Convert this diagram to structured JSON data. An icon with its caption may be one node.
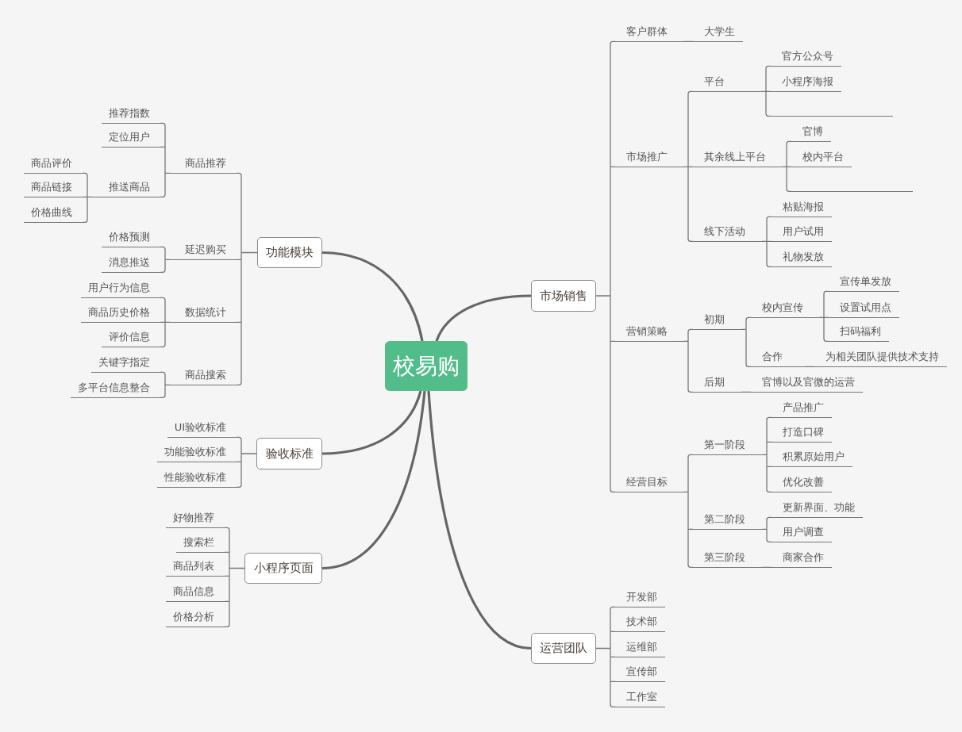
{
  "diagram": {
    "nodes": [
      {
        "text": [
          "校易购"
        ]
      },
      {
        "text": [
          "功能模块"
        ]
      },
      {
        "text": [
          "商品推荐"
        ]
      },
      {
        "text": [
          "推荐指数"
        ]
      },
      {
        "text": [
          "定位用户"
        ]
      },
      {
        "text": [
          "推送商品"
        ]
      },
      {
        "text": [
          "商品评价"
        ]
      },
      {
        "text": [
          "商品链接"
        ]
      },
      {
        "text": [
          "价格曲线"
        ]
      },
      {
        "text": [
          "延迟购买"
        ]
      },
      {
        "text": [
          "价格预测"
        ]
      },
      {
        "text": [
          "消息推送"
        ]
      },
      {
        "text": [
          "数据统计"
        ]
      },
      {
        "text": [
          "用户行为信息"
        ]
      },
      {
        "text": [
          "商品历史价格"
        ]
      },
      {
        "text": [
          "评价信息"
        ]
      },
      {
        "text": [
          "商品搜索"
        ]
      },
      {
        "text": [
          "关键字指定"
        ]
      },
      {
        "text": [
          "多平台信息整合"
        ]
      },
      {
        "text": [
          "验收标准"
        ]
      },
      {
        "text": [
          "UI验收标准"
        ]
      },
      {
        "text": [
          "功能验收标准"
        ]
      },
      {
        "text": [
          "性能验收标准"
        ]
      },
      {
        "text": [
          "小程序页面"
        ]
      },
      {
        "text": [
          "好物推荐"
        ]
      },
      {
        "text": [
          "搜索栏"
        ]
      },
      {
        "text": [
          "商品列表"
        ]
      },
      {
        "text": [
          "商品信息"
        ]
      },
      {
        "text": [
          "价格分析"
        ]
      },
      {
        "text": [
          "市场销售"
        ]
      },
      {
        "text": [
          "客户群体"
        ]
      },
      {
        "text": [
          "大学生"
        ]
      },
      {
        "text": [
          "市场推广"
        ]
      },
      {
        "text": [
          "平台"
        ]
      },
      {
        "text": [
          "官方公众号"
        ]
      },
      {
        "text": [
          "小程序海报"
        ]
      },
      {
        "text": [],
        "shape": "line"
      },
      {
        "text": [
          "其余线上平台"
        ]
      },
      {
        "text": [
          "官博"
        ]
      },
      {
        "text": [
          "校内平台"
        ]
      },
      {
        "text": [],
        "shape": "line"
      },
      {
        "text": [
          "线下活动"
        ]
      },
      {
        "text": [
          "粘贴海报"
        ]
      },
      {
        "text": [
          "用户试用"
        ]
      },
      {
        "text": [
          "礼物发放"
        ]
      },
      {
        "text": [
          "营销策略"
        ]
      },
      {
        "text": [
          "初期"
        ]
      },
      {
        "text": [
          "校内宣传"
        ]
      },
      {
        "text": [
          "宣传单发放"
        ]
      },
      {
        "text": [
          "设置试用点"
        ]
      },
      {
        "text": [
          "扫码福利"
        ]
      },
      {
        "text": [
          "合作"
        ]
      },
      {
        "text": [
          "为相关团队提供技术支持"
        ]
      },
      {
        "text": [
          "后期"
        ]
      },
      {
        "text": [
          "官博以及官微的运营"
        ]
      },
      {
        "text": [
          "经营目标"
        ]
      },
      {
        "text": [
          "第一阶段"
        ]
      },
      {
        "text": [
          "产品推广"
        ]
      },
      {
        "text": [
          "打造口碑"
        ]
      },
      {
        "text": [
          "积累原始用户"
        ]
      },
      {
        "text": [
          "优化改善"
        ]
      },
      {
        "text": [
          "第二阶段"
        ]
      },
      {
        "text": [
          "更新界面、功能"
        ]
      },
      {
        "text": [
          "用户调查"
        ]
      },
      {
        "text": [
          "第三阶段"
        ]
      },
      {
        "text": [
          "商家合作"
        ]
      },
      {
        "text": [
          "运营团队"
        ]
      },
      {
        "text": [
          "开发部"
        ]
      },
      {
        "text": [
          "技术部"
        ]
      },
      {
        "text": [
          "运维部"
        ]
      },
      {
        "text": [
          "宣传部"
        ]
      },
      {
        "text": [
          "工作室"
        ]
      }
    ],
    "edges": [
      {
        "from": 0,
        "to": 1,
        "arrow": "none",
        "style": "thick"
      },
      {
        "from": 1,
        "to": 2,
        "arrow": "none"
      },
      {
        "from": 2,
        "to": 3,
        "arrow": "none"
      },
      {
        "from": 2,
        "to": 4,
        "arrow": "none"
      },
      {
        "from": 2,
        "to": 5,
        "arrow": "none"
      },
      {
        "from": 5,
        "to": 6,
        "arrow": "none"
      },
      {
        "from": 5,
        "to": 7,
        "arrow": "none"
      },
      {
        "from": 5,
        "to": 8,
        "arrow": "none"
      },
      {
        "from": 1,
        "to": 9,
        "arrow": "none"
      },
      {
        "from": 9,
        "to": 10,
        "arrow": "none"
      },
      {
        "from": 9,
        "to": 11,
        "arrow": "none"
      },
      {
        "from": 1,
        "to": 12,
        "arrow": "none"
      },
      {
        "from": 12,
        "to": 13,
        "arrow": "none"
      },
      {
        "from": 12,
        "to": 14,
        "arrow": "none"
      },
      {
        "from": 12,
        "to": 15,
        "arrow": "none"
      },
      {
        "from": 1,
        "to": 16,
        "arrow": "none"
      },
      {
        "from": 16,
        "to": 17,
        "arrow": "none"
      },
      {
        "from": 16,
        "to": 18,
        "arrow": "none"
      },
      {
        "from": 0,
        "to": 19,
        "arrow": "none",
        "style": "thick"
      },
      {
        "from": 19,
        "to": 20,
        "arrow": "none"
      },
      {
        "from": 19,
        "to": 21,
        "arrow": "none"
      },
      {
        "from": 19,
        "to": 22,
        "arrow": "none"
      },
      {
        "from": 0,
        "to": 23,
        "arrow": "none",
        "style": "thick"
      },
      {
        "from": 23,
        "to": 24,
        "arrow": "none"
      },
      {
        "from": 23,
        "to": 25,
        "arrow": "none"
      },
      {
        "from": 23,
        "to": 26,
        "arrow": "none"
      },
      {
        "from": 23,
        "to": 27,
        "arrow": "none"
      },
      {
        "from": 23,
        "to": 28,
        "arrow": "none"
      },
      {
        "from": 0,
        "to": 29,
        "arrow": "none",
        "style": "thick"
      },
      {
        "from": 29,
        "to": 30,
        "arrow": "none"
      },
      {
        "from": 30,
        "to": 31,
        "arrow": "none"
      },
      {
        "from": 29,
        "to": 32,
        "arrow": "none"
      },
      {
        "from": 32,
        "to": 33,
        "arrow": "none"
      },
      {
        "from": 33,
        "to": 34,
        "arrow": "none"
      },
      {
        "from": 33,
        "to": 35,
        "arrow": "none"
      },
      {
        "from": 33,
        "to": 36,
        "arrow": "none"
      },
      {
        "from": 32,
        "to": 37,
        "arrow": "none"
      },
      {
        "from": 37,
        "to": 38,
        "arrow": "none"
      },
      {
        "from": 37,
        "to": 39,
        "arrow": "none"
      },
      {
        "from": 37,
        "to": 40,
        "arrow": "none"
      },
      {
        "from": 32,
        "to": 41,
        "arrow": "none"
      },
      {
        "from": 41,
        "to": 42,
        "arrow": "none"
      },
      {
        "from": 41,
        "to": 43,
        "arrow": "none"
      },
      {
        "from": 41,
        "to": 44,
        "arrow": "none"
      },
      {
        "from": 29,
        "to": 45,
        "arrow": "none"
      },
      {
        "from": 45,
        "to": 46,
        "arrow": "none"
      },
      {
        "from": 46,
        "to": 47,
        "arrow": "none"
      },
      {
        "from": 47,
        "to": 48,
        "arrow": "none"
      },
      {
        "from": 47,
        "to": 49,
        "arrow": "none"
      },
      {
        "from": 47,
        "to": 50,
        "arrow": "none"
      },
      {
        "from": 46,
        "to": 51,
        "arrow": "none"
      },
      {
        "from": 51,
        "to": 52,
        "arrow": "none"
      },
      {
        "from": 45,
        "to": 53,
        "arrow": "none"
      },
      {
        "from": 53,
        "to": 54,
        "arrow": "none"
      },
      {
        "from": 29,
        "to": 55,
        "arrow": "none"
      },
      {
        "from": 55,
        "to": 56,
        "arrow": "none"
      },
      {
        "from": 56,
        "to": 57,
        "arrow": "none"
      },
      {
        "from": 56,
        "to": 58,
        "arrow": "none"
      },
      {
        "from": 56,
        "to": 59,
        "arrow": "none"
      },
      {
        "from": 56,
        "to": 60,
        "arrow": "none"
      },
      {
        "from": 55,
        "to": 61,
        "arrow": "none"
      },
      {
        "from": 61,
        "to": 62,
        "arrow": "none"
      },
      {
        "from": 61,
        "to": 63,
        "arrow": "none"
      },
      {
        "from": 55,
        "to": 64,
        "arrow": "none"
      },
      {
        "from": 64,
        "to": 65,
        "arrow": "none"
      },
      {
        "from": 0,
        "to": 66,
        "arrow": "none",
        "style": "thick"
      },
      {
        "from": 66,
        "to": 67,
        "arrow": "none"
      },
      {
        "from": 66,
        "to": 68,
        "arrow": "none"
      },
      {
        "from": 66,
        "to": 69,
        "arrow": "none"
      },
      {
        "from": 66,
        "to": 70,
        "arrow": "none"
      },
      {
        "from": 66,
        "to": 71,
        "arrow": "none"
      }
    ]
  }
}
